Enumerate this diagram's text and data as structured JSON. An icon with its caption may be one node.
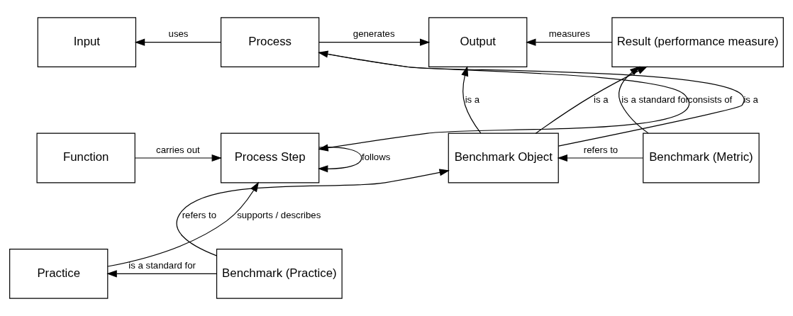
{
  "diagram": {
    "nodes": [
      {
        "text": [
          "Input"
        ]
      },
      {
        "text": [
          "Process"
        ]
      },
      {
        "text": [
          "Output"
        ]
      },
      {
        "text": [
          "Result (performance measure)"
        ]
      },
      {
        "text": [
          "Function"
        ]
      },
      {
        "text": [
          "Process Step"
        ]
      },
      {
        "text": [
          "Benchmark Object"
        ]
      },
      {
        "text": [
          "Benchmark (Metric)"
        ]
      },
      {
        "text": [
          "Practice"
        ]
      },
      {
        "text": [
          "Benchmark (Practice)"
        ]
      }
    ],
    "edges": [
      {
        "from": 1,
        "to": 0,
        "arrow": "to",
        "label": "uses"
      },
      {
        "from": 1,
        "to": 2,
        "arrow": "to",
        "label": "generates"
      },
      {
        "from": 3,
        "to": 2,
        "arrow": "to",
        "label": "measures"
      },
      {
        "from": 1,
        "to": 5,
        "arrow": "to",
        "label": "consists of"
      },
      {
        "from": 5,
        "to": 5,
        "arrow": "to",
        "label": "follows"
      },
      {
        "from": 4,
        "to": 5,
        "arrow": "to",
        "label": "carries out"
      },
      {
        "from": 6,
        "to": 1,
        "arrow": "to",
        "label": "is a"
      },
      {
        "from": 6,
        "to": 2,
        "arrow": "to",
        "label": "is a"
      },
      {
        "from": 6,
        "to": 3,
        "arrow": "to",
        "label": "is a"
      },
      {
        "from": 7,
        "to": 3,
        "arrow": "to",
        "label": "is a standard for"
      },
      {
        "from": 7,
        "to": 6,
        "arrow": "to",
        "label": "refers to"
      },
      {
        "from": 9,
        "to": 6,
        "arrow": "to",
        "label": "refers to"
      },
      {
        "from": 9,
        "to": 8,
        "arrow": "to",
        "label": "is a standard for"
      },
      {
        "from": 8,
        "to": 5,
        "arrow": "to",
        "label": "supports / describes"
      }
    ]
  }
}
